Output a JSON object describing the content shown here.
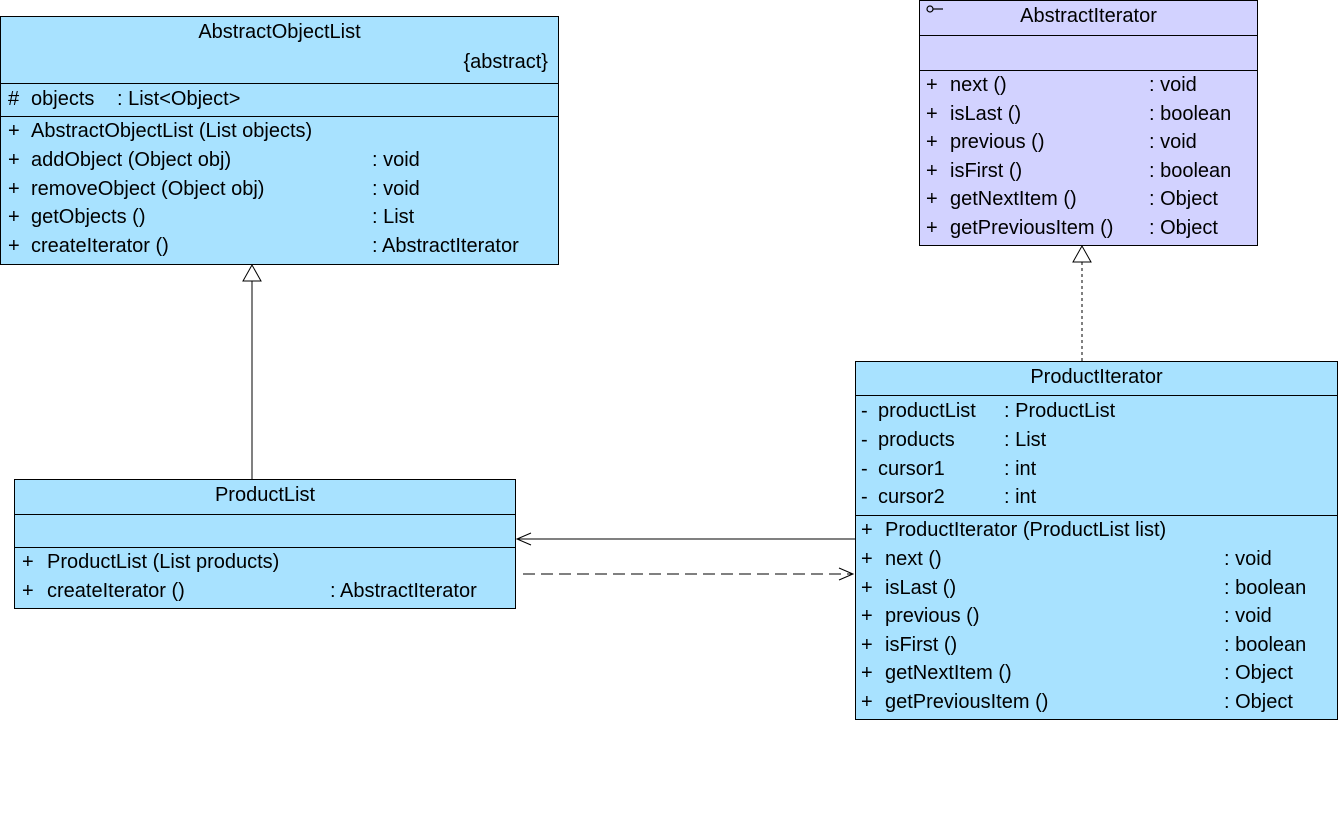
{
  "abstract_object_list": {
    "name": "AbstractObjectList",
    "stereotype": "{abstract}",
    "attributes": [
      {
        "vis": "#",
        "name": "objects",
        "type": ": List<Object>"
      }
    ],
    "operations": [
      {
        "vis": "+",
        "name": "AbstractObjectList (List objects)",
        "type": ""
      },
      {
        "vis": "+",
        "name": "addObject (Object obj)",
        "type": ": void"
      },
      {
        "vis": "+",
        "name": "removeObject (Object obj)",
        "type": ": void"
      },
      {
        "vis": "+",
        "name": "getObjects ()",
        "type": ": List"
      },
      {
        "vis": "+",
        "name": "createIterator ()",
        "type": ": AbstractIterator"
      }
    ]
  },
  "abstract_iterator": {
    "name": "AbstractIterator",
    "icon": "interface-icon",
    "operations": [
      {
        "vis": "+",
        "name": "next ()",
        "type": ": void"
      },
      {
        "vis": "+",
        "name": "isLast ()",
        "type": ": boolean"
      },
      {
        "vis": "+",
        "name": "previous ()",
        "type": ": void"
      },
      {
        "vis": "+",
        "name": "isFirst ()",
        "type": ": boolean"
      },
      {
        "vis": "+",
        "name": "getNextItem ()",
        "type": ": Object"
      },
      {
        "vis": "+",
        "name": "getPreviousItem ()",
        "type": ": Object"
      }
    ]
  },
  "product_list": {
    "name": "ProductList",
    "operations": [
      {
        "vis": "+",
        "name": "ProductList (List products)",
        "type": ""
      },
      {
        "vis": "+",
        "name": "createIterator ()",
        "type": ": AbstractIterator"
      }
    ]
  },
  "product_iterator": {
    "name": "ProductIterator",
    "attributes": [
      {
        "vis": "-",
        "name": "productList",
        "type": ": ProductList"
      },
      {
        "vis": "-",
        "name": "products",
        "type": ": List"
      },
      {
        "vis": "-",
        "name": "cursor1",
        "type": ": int"
      },
      {
        "vis": "-",
        "name": "cursor2",
        "type": ": int"
      }
    ],
    "operations": [
      {
        "vis": "+",
        "name": "ProductIterator (ProductList list)",
        "type": ""
      },
      {
        "vis": "+",
        "name": "next ()",
        "type": ": void"
      },
      {
        "vis": "+",
        "name": "isLast ()",
        "type": ": boolean"
      },
      {
        "vis": "+",
        "name": "previous ()",
        "type": ": void"
      },
      {
        "vis": "+",
        "name": "isFirst ()",
        "type": ": boolean"
      },
      {
        "vis": "+",
        "name": "getNextItem ()",
        "type": ": Object"
      },
      {
        "vis": "+",
        "name": "getPreviousItem ()",
        "type": ": Object"
      }
    ]
  },
  "colors": {
    "class_fill": "#a8e2ff",
    "interface_fill": "#d2d2ff",
    "line": "#000000"
  }
}
